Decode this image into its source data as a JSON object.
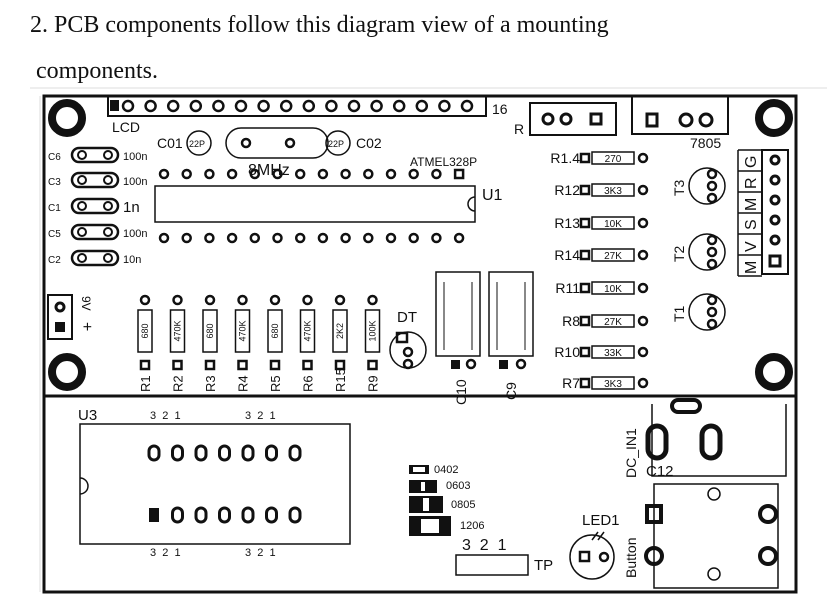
{
  "heading": {
    "line1": "2. PCB components follow this diagram view of a mounting",
    "line2": "components."
  },
  "labels": {
    "lcd": "LCD",
    "lcd_pin": "16",
    "r_conn": "R",
    "reg": "7805",
    "c01": "C01",
    "c02": "C02",
    "c01_val": "22P",
    "c02_val": "22P",
    "crystal": "8MHz",
    "mcu_name": "ATMEL328P",
    "u1": "U1",
    "c6": "C6",
    "c3": "C3",
    "c1": "C1",
    "c5": "C5",
    "c2": "C2",
    "c6_val": "100n",
    "c3_val": "100n",
    "c1_val": "1n",
    "c5_val": "100n",
    "c2_val": "10n",
    "power_label": "9V",
    "power_plus": "+",
    "dt": "DT",
    "c10": "C10",
    "c9": "C9",
    "t1": "T1",
    "t2": "T2",
    "t3": "T3",
    "conn_g": "G",
    "conn_r": "R",
    "conn_m1": "M",
    "conn_s": "S",
    "conn_v": "V",
    "conn_m2": "M",
    "u3": "U3",
    "dc_in": "DC_IN1",
    "c12": "C12",
    "led1": "LED1",
    "button": "Button",
    "tp": "TP",
    "tp_pins": "3  2  1",
    "u3_pins_top_a": "3  2  1",
    "u3_pins_top_b": "3  2  1",
    "u3_pins_bot_a": "3  2  1",
    "u3_pins_bot_b": "3  2  1"
  },
  "packages": [
    {
      "name": "0402"
    },
    {
      "name": "0603"
    },
    {
      "name": "0805"
    },
    {
      "name": "1206"
    }
  ],
  "right_resistors": [
    {
      "ref": "R1.4",
      "value": "270"
    },
    {
      "ref": "R12",
      "value": "3K3"
    },
    {
      "ref": "R13",
      "value": "10K"
    },
    {
      "ref": "R14",
      "value": "27K"
    },
    {
      "ref": "R11",
      "value": "10K"
    },
    {
      "ref": "R8",
      "value": "27K"
    },
    {
      "ref": "R10",
      "value": "33K"
    },
    {
      "ref": "R7",
      "value": "3K3"
    }
  ],
  "bottom_resistors": [
    {
      "ref": "R1",
      "value": "680"
    },
    {
      "ref": "R2",
      "value": "470K"
    },
    {
      "ref": "R3",
      "value": "680"
    },
    {
      "ref": "R4",
      "value": "470K"
    },
    {
      "ref": "R5",
      "value": "680"
    },
    {
      "ref": "R6",
      "value": "470K"
    },
    {
      "ref": "R15",
      "value": "2K2"
    },
    {
      "ref": "R9",
      "value": "100K"
    }
  ],
  "colors": {
    "ink": "#111111",
    "paper": "#ffffff",
    "grid": "#dddddd"
  }
}
